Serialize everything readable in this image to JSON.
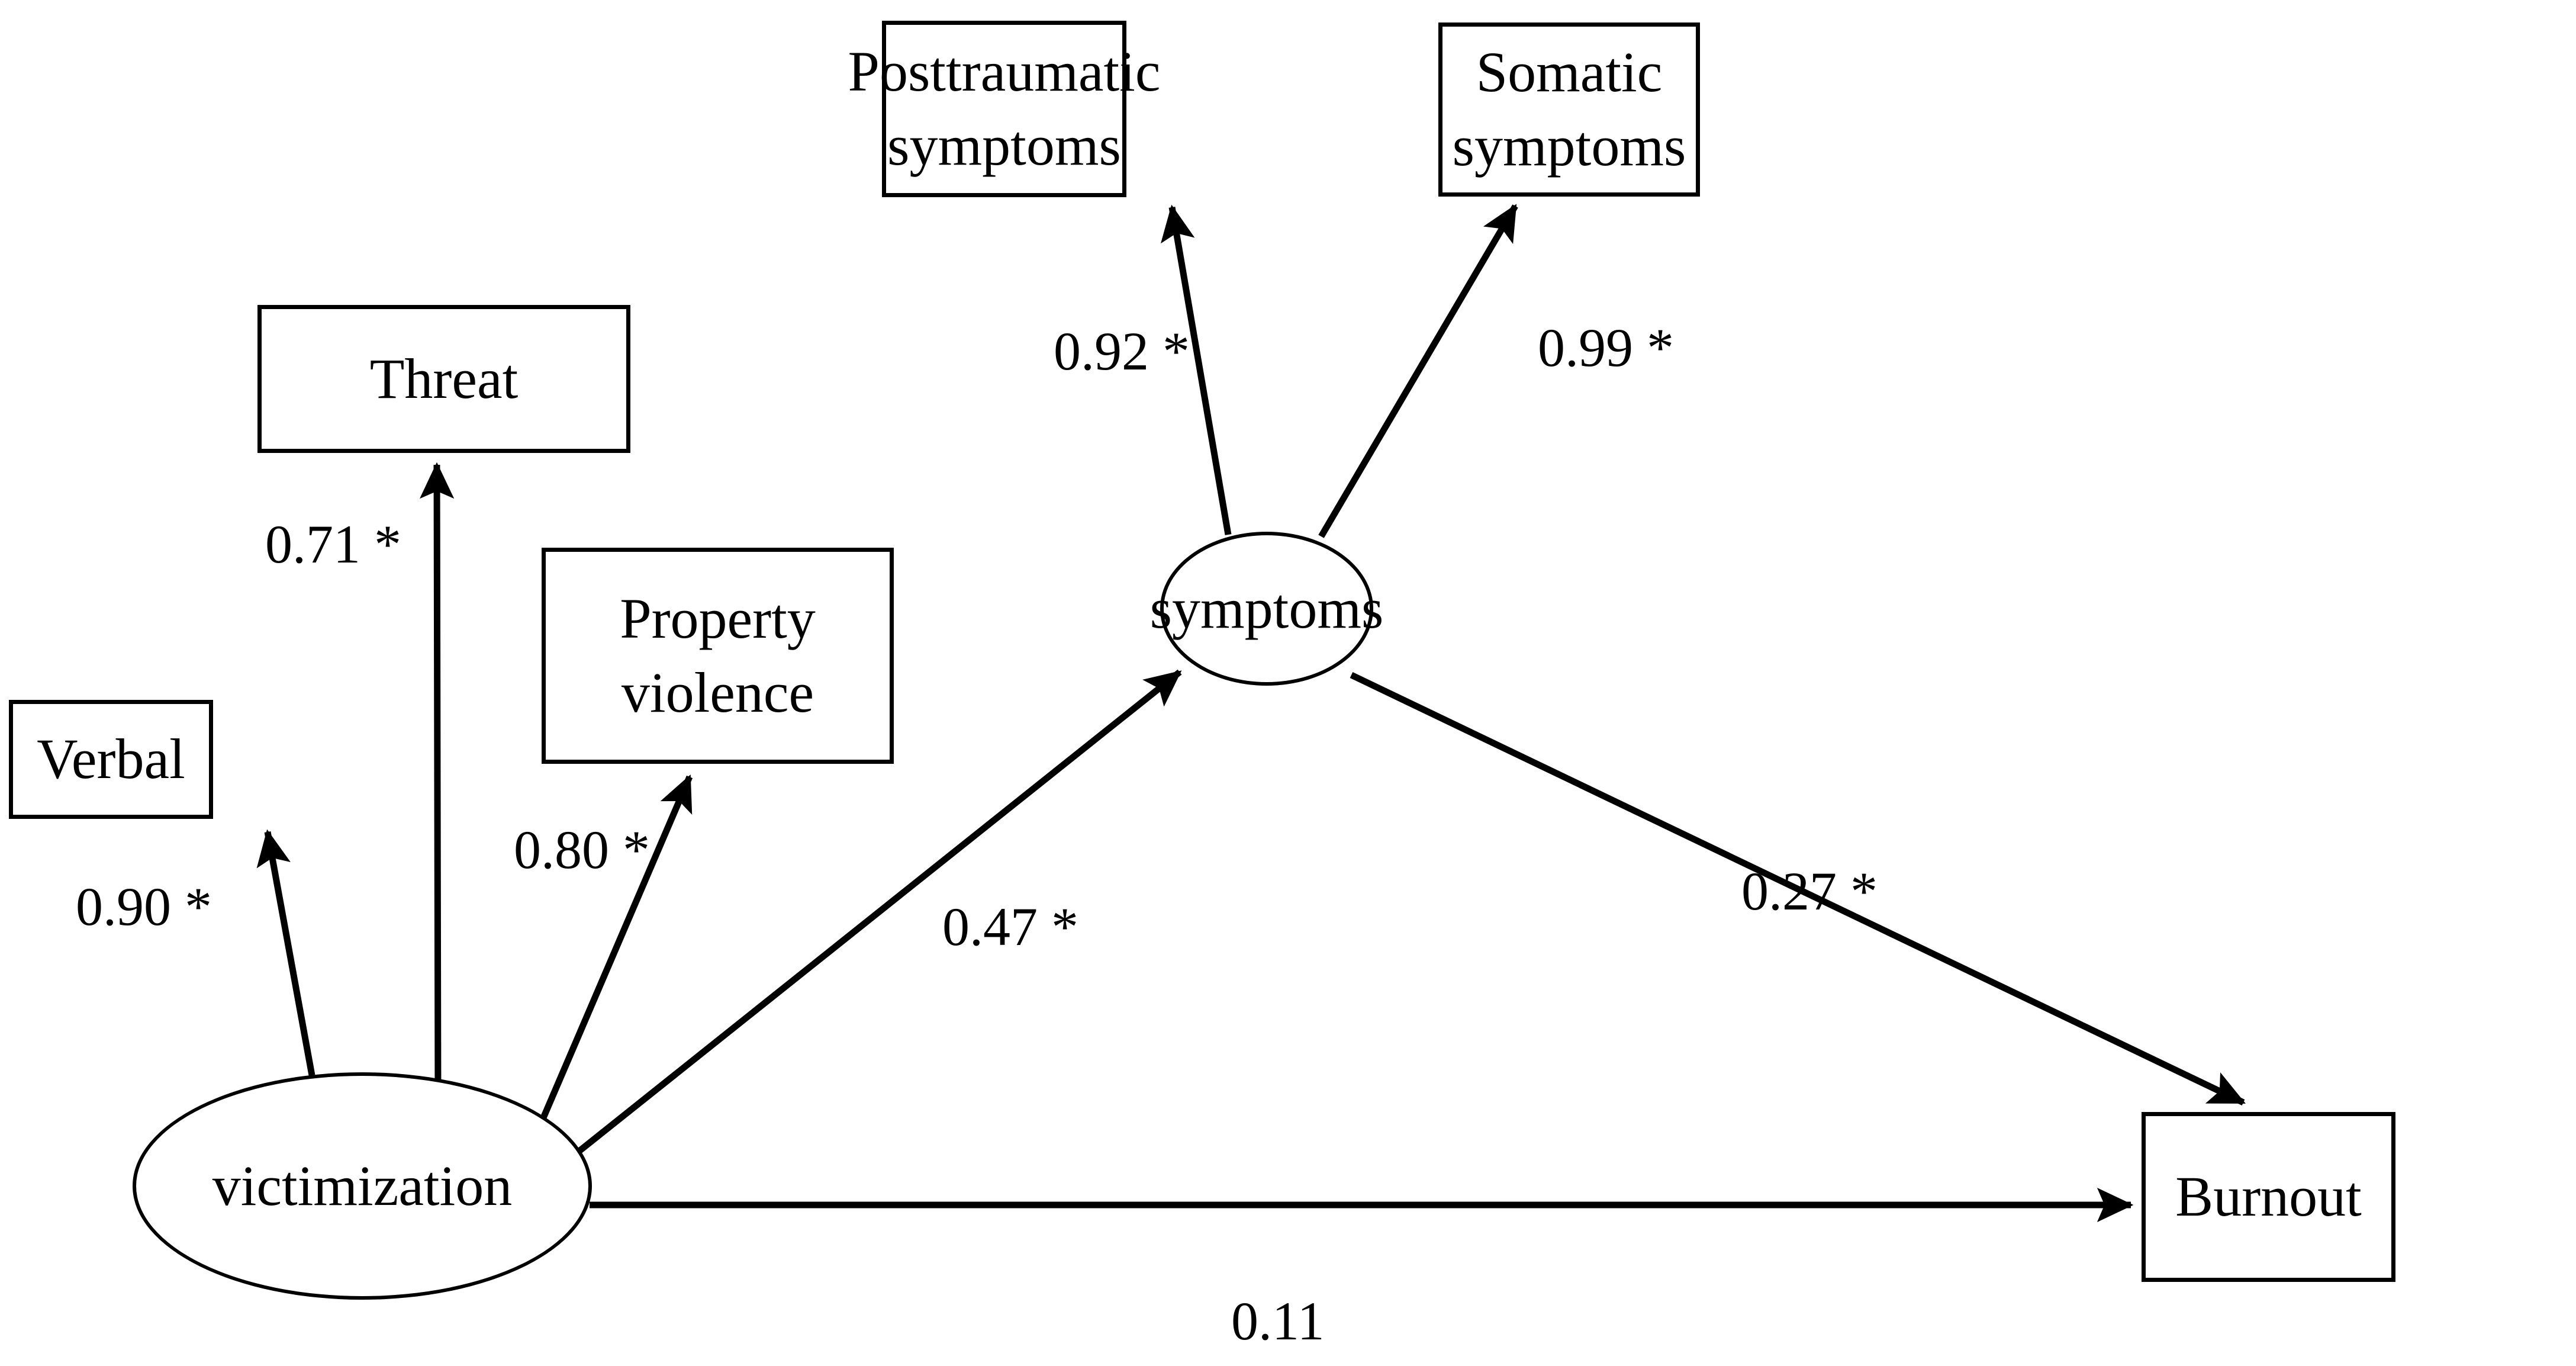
{
  "figure": {
    "type": "path-diagram",
    "description": "Structural equation model path diagram",
    "background_color": "#ffffff",
    "stroke_color": "#000000"
  },
  "nodes": {
    "posttraumatic_symptoms": {
      "label_line1": "Posttraumatic",
      "label_line2": "symptoms",
      "shape": "rectangle",
      "role": "observed-indicator"
    },
    "somatic_symptoms": {
      "label_line1": "Somatic",
      "label_line2": "symptoms",
      "shape": "rectangle",
      "role": "observed-indicator"
    },
    "threat": {
      "label_line1": "Threat",
      "shape": "rectangle",
      "role": "observed-indicator"
    },
    "property_violence": {
      "label_line1": "Property",
      "label_line2": "violence",
      "shape": "rectangle",
      "role": "observed-indicator"
    },
    "verbal": {
      "label_line1": "Verbal",
      "shape": "rectangle",
      "role": "observed-indicator"
    },
    "burnout": {
      "label_line1": "Burnout",
      "shape": "rectangle",
      "role": "observed-outcome"
    },
    "symptoms": {
      "label_line1": "symptoms",
      "shape": "ellipse",
      "role": "latent-factor"
    },
    "victimization": {
      "label_line1": "victimization",
      "shape": "ellipse",
      "role": "latent-factor"
    }
  },
  "edges": [
    {
      "id": "symptoms-to-posttraumatic",
      "from": "symptoms",
      "to": "posttraumatic_symptoms",
      "coefficient": "0.92 *",
      "significant": true
    },
    {
      "id": "symptoms-to-somatic",
      "from": "symptoms",
      "to": "somatic_symptoms",
      "coefficient": "0.99 *",
      "significant": true
    },
    {
      "id": "victimization-to-threat",
      "from": "victimization",
      "to": "threat",
      "coefficient": "0.71 *",
      "significant": true
    },
    {
      "id": "victimization-to-property",
      "from": "victimization",
      "to": "property_violence",
      "coefficient": "0.80 *",
      "significant": true
    },
    {
      "id": "victimization-to-verbal",
      "from": "victimization",
      "to": "verbal",
      "coefficient": "0.90 *",
      "significant": true
    },
    {
      "id": "victimization-to-symptoms",
      "from": "victimization",
      "to": "symptoms",
      "coefficient": "0.47 *",
      "significant": true
    },
    {
      "id": "symptoms-to-burnout",
      "from": "symptoms",
      "to": "burnout",
      "coefficient": "0.27 *",
      "significant": true
    },
    {
      "id": "victimization-to-burnout",
      "from": "victimization",
      "to": "burnout",
      "coefficient": "0.11",
      "significant": false
    }
  ],
  "chart_data": {
    "type": "diagram",
    "title": "",
    "nodes": [
      "Verbal",
      "Threat",
      "Property violence",
      "victimization",
      "symptoms",
      "Posttraumatic symptoms",
      "Somatic symptoms",
      "Burnout"
    ],
    "paths": [
      {
        "source": "victimization",
        "target": "Verbal",
        "estimate": 0.9,
        "starred": true
      },
      {
        "source": "victimization",
        "target": "Threat",
        "estimate": 0.71,
        "starred": true
      },
      {
        "source": "victimization",
        "target": "Property violence",
        "estimate": 0.8,
        "starred": true
      },
      {
        "source": "victimization",
        "target": "symptoms",
        "estimate": 0.47,
        "starred": true
      },
      {
        "source": "victimization",
        "target": "Burnout",
        "estimate": 0.11,
        "starred": false
      },
      {
        "source": "symptoms",
        "target": "Posttraumatic symptoms",
        "estimate": 0.92,
        "starred": true
      },
      {
        "source": "symptoms",
        "target": "Somatic symptoms",
        "estimate": 0.99,
        "starred": true
      },
      {
        "source": "symptoms",
        "target": "Burnout",
        "estimate": 0.27,
        "starred": true
      }
    ]
  }
}
